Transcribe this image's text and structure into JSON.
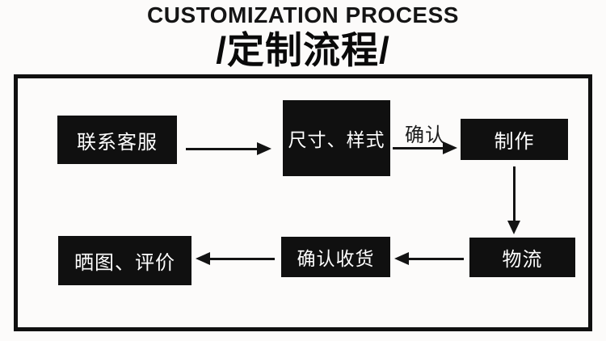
{
  "title": {
    "en": "CUSTOMIZATION PROCESS",
    "zh": "/定制流程/"
  },
  "flowchart": {
    "steps": [
      {
        "id": "contact-service",
        "label": "联系客服"
      },
      {
        "id": "size-style",
        "label": "尺寸、样式"
      },
      {
        "id": "production",
        "label": "制作"
      },
      {
        "id": "logistics",
        "label": "物流"
      },
      {
        "id": "confirm-receipt",
        "label": "确认收货"
      },
      {
        "id": "review-photos",
        "label": "晒图、评价"
      }
    ],
    "arrows": [
      {
        "from": "联系客服",
        "to": "尺寸、样式",
        "label": ""
      },
      {
        "from": "尺寸、样式",
        "to": "制作",
        "label": "确认"
      },
      {
        "from": "制作",
        "to": "物流",
        "label": ""
      },
      {
        "from": "物流",
        "to": "确认收货",
        "label": ""
      },
      {
        "from": "确认收货",
        "to": "晒图、评价",
        "label": ""
      }
    ],
    "colors": {
      "box_background": "#101010",
      "box_text": "#ffffff",
      "frame_border": "#101010",
      "arrow": "#131313",
      "page_background": "#fcfbfa"
    }
  }
}
